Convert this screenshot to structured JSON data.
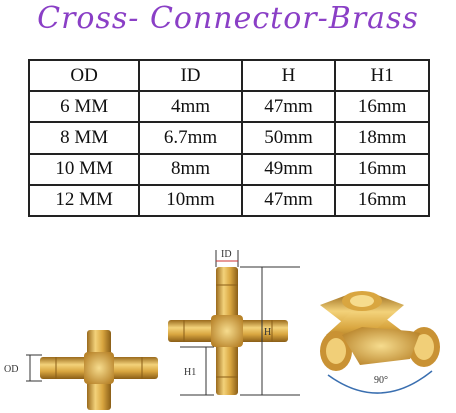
{
  "title": "Cross- Connector-Brass",
  "table": {
    "headers": [
      "OD",
      "ID",
      "H",
      "H1"
    ],
    "rows": [
      [
        "6 MM",
        "4mm",
        "47mm",
        "16mm"
      ],
      [
        "8 MM",
        "6.7mm",
        "50mm",
        "18mm"
      ],
      [
        "10 MM",
        "8mm",
        "49mm",
        "16mm"
      ],
      [
        "12 MM",
        "10mm",
        "47mm",
        "16mm"
      ]
    ]
  },
  "diagram": {
    "labels": {
      "od": "OD",
      "id": "ID",
      "h": "H",
      "h1": "H1",
      "angle": "90°"
    },
    "colors": {
      "brass_light": "#f3d27a",
      "brass_mid": "#d9a640",
      "brass_dark": "#9a6a1c",
      "dimension_line": "#333333",
      "angle_arc": "#3a6fb0"
    }
  }
}
